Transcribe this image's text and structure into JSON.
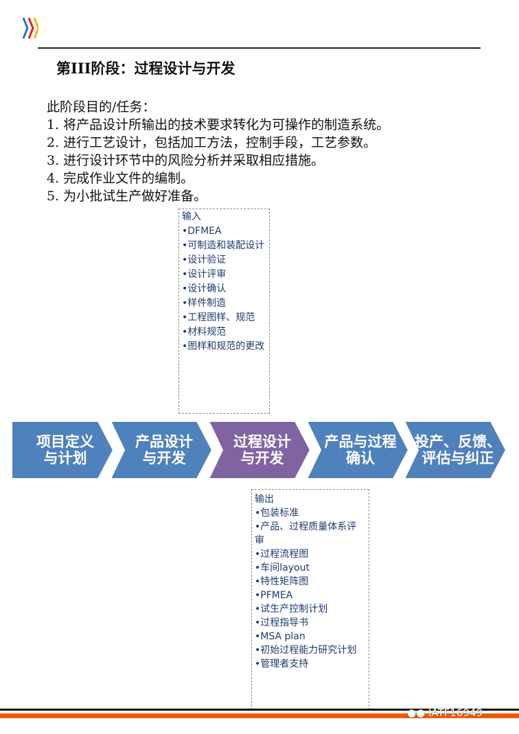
{
  "title": "第III阶段：过程设计与开发",
  "purpose": {
    "heading": "此阶段目的/任务：",
    "items": [
      "1. 将产品设计所输出的技术要求转化为可操作的制造系统。",
      "2. 进行工艺设计，包括加工方法，控制手段，工艺参数。",
      "3. 进行设计环节中的风险分析并采取相应措施。",
      "4. 完成作业文件的编制。",
      "5. 为小批试生产做好准备。"
    ]
  },
  "input": {
    "heading": "输入",
    "items": [
      "•DFMEA",
      "•可制造和装配设计",
      "•设计验证",
      "•设计评审",
      "•设计确认",
      "•样件制造",
      "•工程图样、规范",
      "•材料规范",
      "•图样和规范的更改"
    ]
  },
  "stages": [
    {
      "l1": "项目定义",
      "l2": "与计划",
      "color": "#4f81bd"
    },
    {
      "l1": "产品设计",
      "l2": "与开发",
      "color": "#4f81bd"
    },
    {
      "l1": "过程设计",
      "l2": "与开发",
      "color": "#8064a2"
    },
    {
      "l1": "产品与过程",
      "l2": "确认",
      "color": "#4f81bd"
    },
    {
      "l1": "投产、反馈、",
      "l2": "评估与纠正",
      "color": "#4f81bd"
    }
  ],
  "output": {
    "heading": "输出",
    "items": [
      "•包装标准",
      "•产品、过程质量体系评审",
      "•过程流程图",
      "•车间layout",
      "•特性矩阵图",
      "•PFMEA",
      "•试生产控制计划",
      "•过程指导书",
      "•MSA plan",
      "•初始过程能力研究计划",
      "•管理者支持"
    ]
  },
  "watermark": "IATF16949",
  "colors": {
    "accent": "#f05a00",
    "text_blue": "#1f3a6e"
  }
}
